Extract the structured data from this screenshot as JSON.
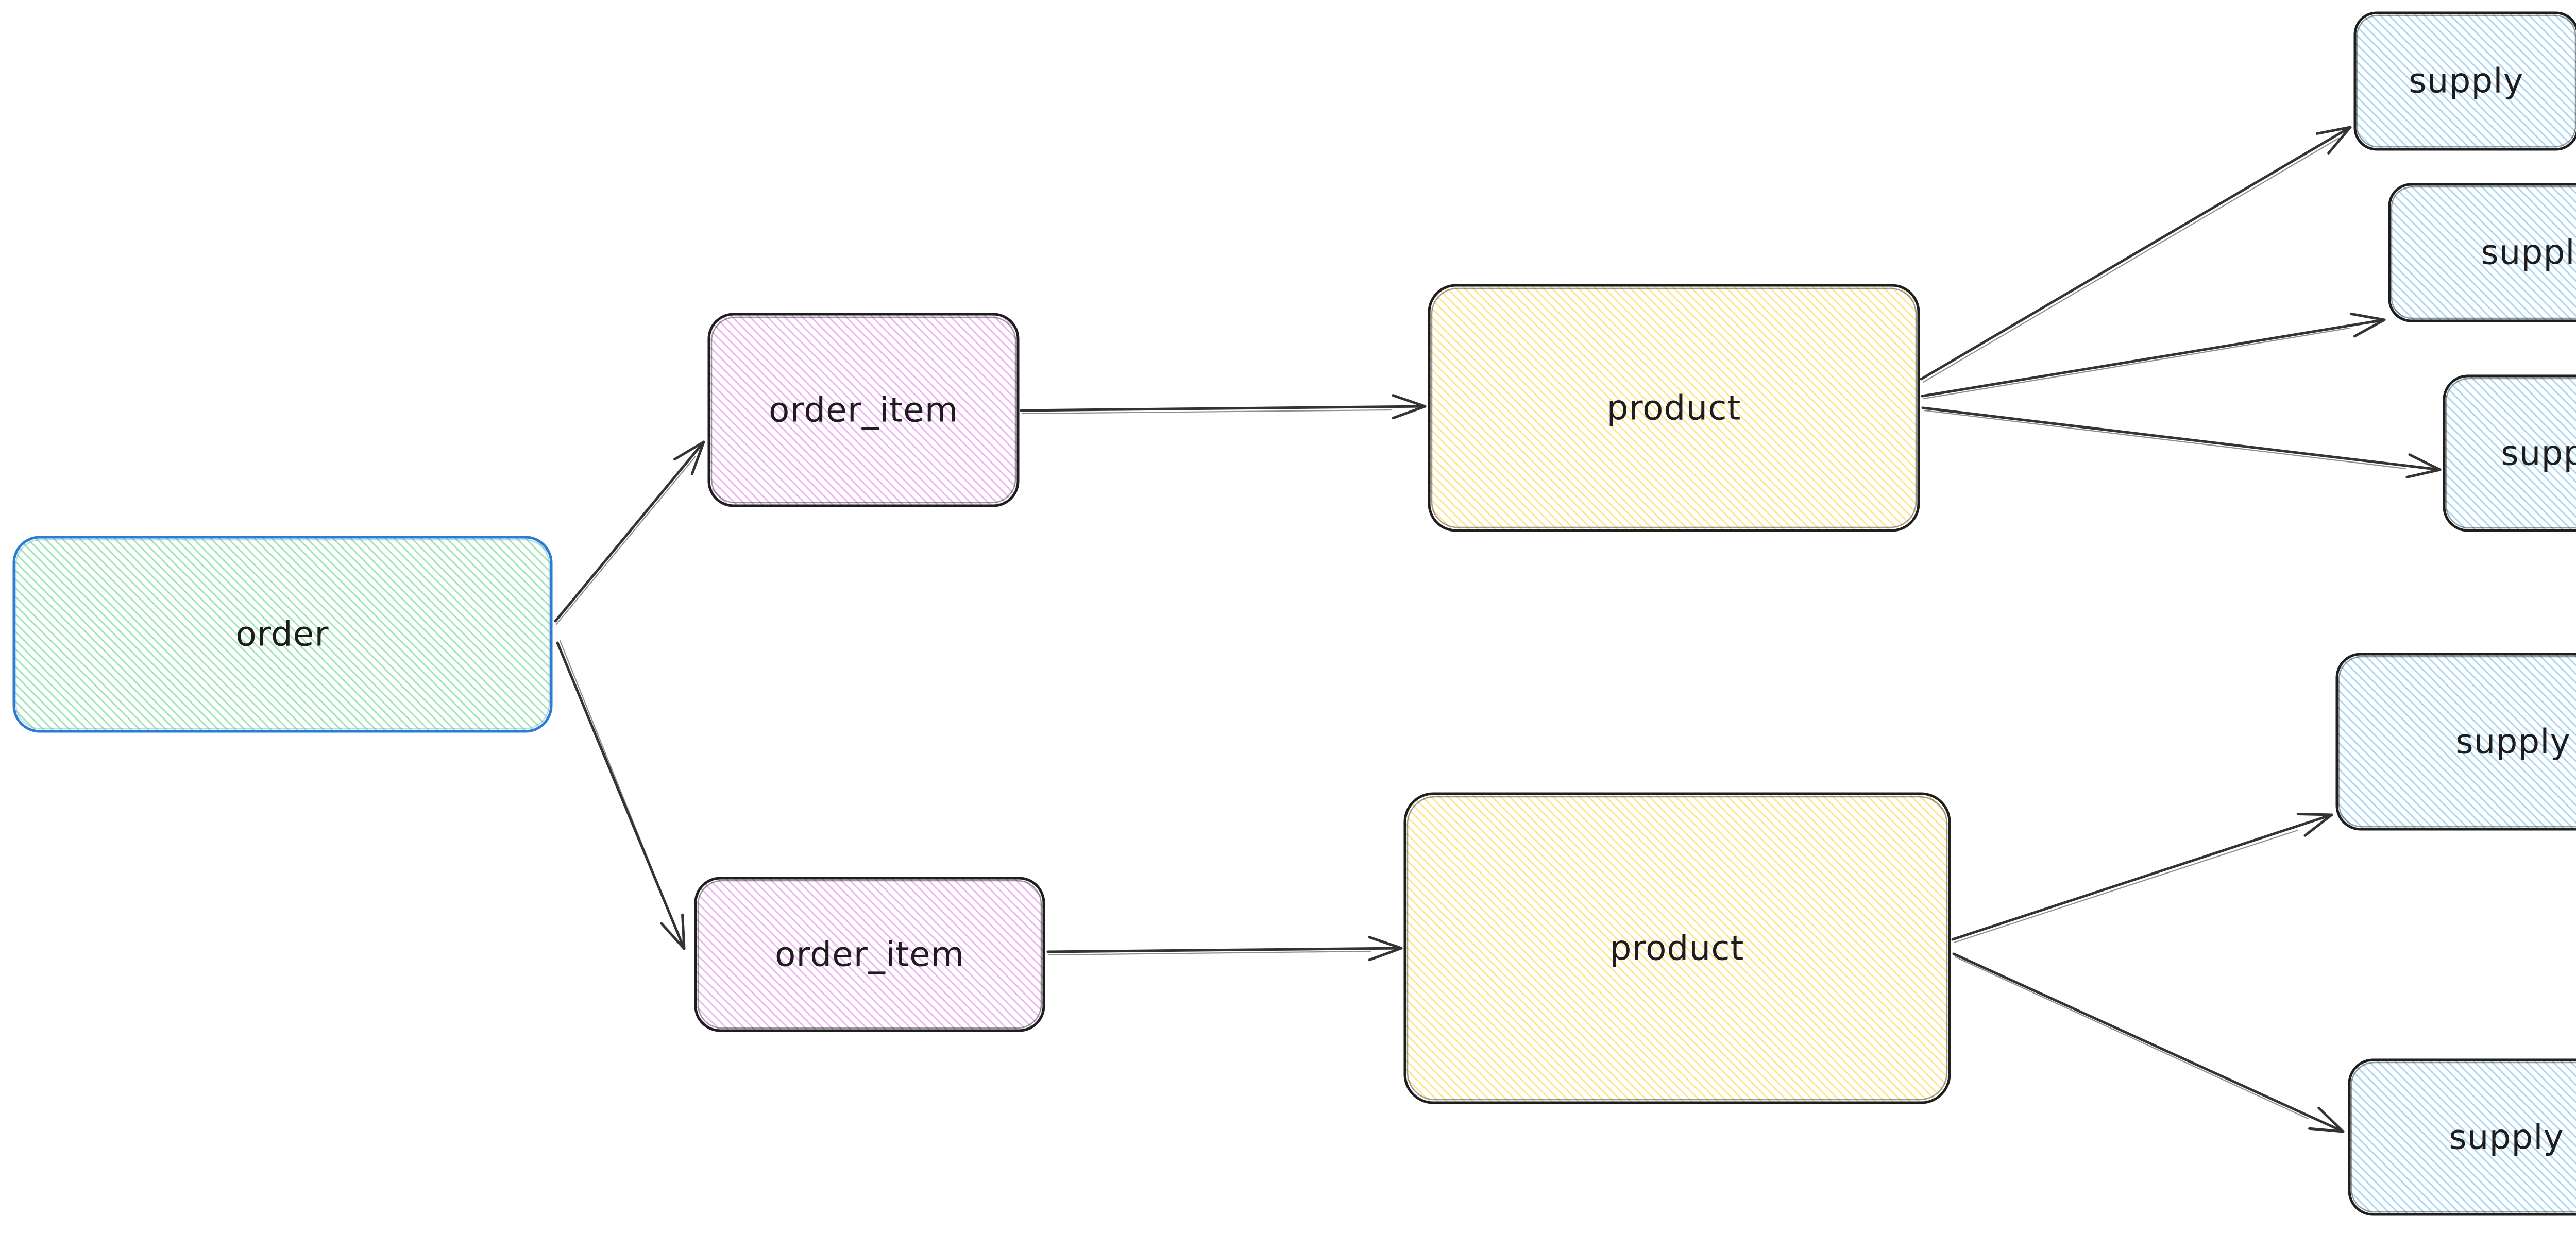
{
  "app": {
    "type": "hand-drawn-whiteboard-diagram",
    "background": "#ffffff"
  },
  "diagram": {
    "text_color": "#1d1d1d",
    "arrow_color": "#333333",
    "palette": {
      "green_hachure": "#9fe7b0",
      "green_stroke": "#2c7cd4",
      "pink_hachure": "#efb3f6",
      "yellow_hachure": "#ffe48e",
      "blue_hachure": "#a9d7f6",
      "dark_stroke": "#1e1e1e"
    },
    "nodes": [
      {
        "id": "order",
        "label": "order",
        "shape": "rounded-rectangle",
        "fill_style": "hachure",
        "fill_color": "#9fe7b0",
        "stroke_color": "#2c7cd4"
      },
      {
        "id": "order_item_top",
        "label": "order_item",
        "shape": "rounded-rectangle",
        "fill_style": "hachure",
        "fill_color": "#efb3f6",
        "stroke_color": "#1e1e1e"
      },
      {
        "id": "order_item_bottom",
        "label": "order_item",
        "shape": "rounded-rectangle",
        "fill_style": "hachure",
        "fill_color": "#efb3f6",
        "stroke_color": "#1e1e1e"
      },
      {
        "id": "product_top",
        "label": "product",
        "shape": "rounded-rectangle",
        "fill_style": "hachure",
        "fill_color": "#ffe48e",
        "stroke_color": "#1e1e1e"
      },
      {
        "id": "product_bottom",
        "label": "product",
        "shape": "rounded-rectangle",
        "fill_style": "hachure",
        "fill_color": "#ffe48e",
        "stroke_color": "#1e1e1e"
      },
      {
        "id": "supply_top_1",
        "label": "supply",
        "shape": "rounded-rectangle",
        "fill_style": "hachure",
        "fill_color": "#a9d7f6",
        "stroke_color": "#1e1e1e"
      },
      {
        "id": "supply_top_2",
        "label": "supply",
        "shape": "rounded-rectangle",
        "fill_style": "hachure",
        "fill_color": "#a9d7f6",
        "stroke_color": "#1e1e1e"
      },
      {
        "id": "supply_top_3",
        "label": "supply",
        "shape": "rounded-rectangle",
        "fill_style": "hachure",
        "fill_color": "#a9d7f6",
        "stroke_color": "#1e1e1e"
      },
      {
        "id": "supply_bottom_1",
        "label": "supply",
        "shape": "rounded-rectangle",
        "fill_style": "hachure",
        "fill_color": "#a9d7f6",
        "stroke_color": "#1e1e1e"
      },
      {
        "id": "supply_bottom_2",
        "label": "supply",
        "shape": "rounded-rectangle",
        "fill_style": "hachure",
        "fill_color": "#a9d7f6",
        "stroke_color": "#1e1e1e"
      }
    ],
    "edges": [
      {
        "from": "order",
        "to": "order_item_top",
        "arrowhead": "open-v"
      },
      {
        "from": "order",
        "to": "order_item_bottom",
        "arrowhead": "open-v"
      },
      {
        "from": "order_item_top",
        "to": "product_top",
        "arrowhead": "open-v"
      },
      {
        "from": "order_item_bottom",
        "to": "product_bottom",
        "arrowhead": "open-v"
      },
      {
        "from": "product_top",
        "to": "supply_top_1",
        "arrowhead": "open-v"
      },
      {
        "from": "product_top",
        "to": "supply_top_2",
        "arrowhead": "open-v"
      },
      {
        "from": "product_top",
        "to": "supply_top_3",
        "arrowhead": "open-v"
      },
      {
        "from": "product_bottom",
        "to": "supply_bottom_1",
        "arrowhead": "open-v"
      },
      {
        "from": "product_bottom",
        "to": "supply_bottom_2",
        "arrowhead": "open-v"
      }
    ]
  }
}
